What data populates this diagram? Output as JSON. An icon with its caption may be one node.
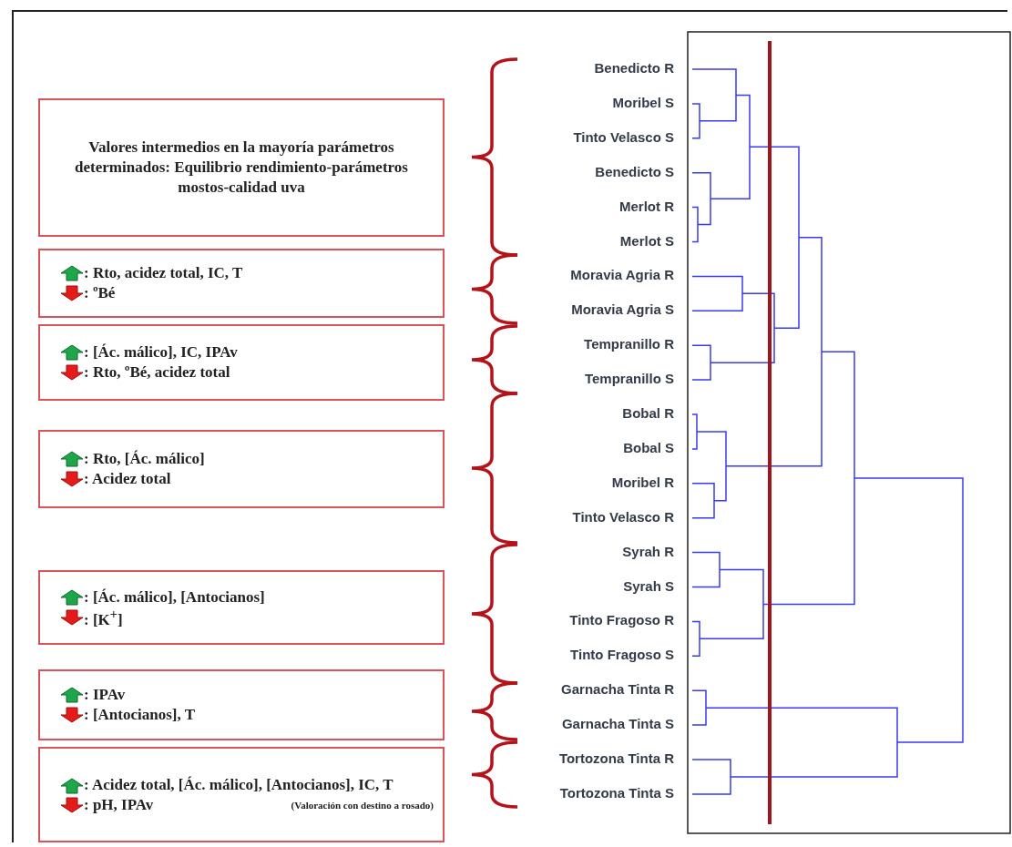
{
  "diagram": {
    "nodes": [
      {
        "text": [
          "Valores intermedios en la mayoría parámetros determinados: Equilibrio rendimiento-parámetros mostos-calidad uva"
        ]
      },
      {
        "text": [
          ": Rto, acidez total, IC, T",
          ": ºBé"
        ]
      },
      {
        "text": [
          ": [Ác. málico], IC, IPAv",
          ": Rto, ºBé, acidez total"
        ]
      },
      {
        "text": [
          ": Rto, [Ác. málico]",
          ": Acidez total"
        ]
      },
      {
        "text": [
          ": [Ác. málico], [Antocianos]",
          ": [K$^{+}$]"
        ]
      },
      {
        "text": [
          ": IPAv",
          ": [Antocianos], T"
        ]
      },
      {
        "text": [
          ": Acidez total, [Ác. málico], [Antocianos], IC, T",
          ": pH, IPAv",
          "(Valoración con destino a rosado)"
        ]
      }
    ],
    "edges": [],
    "labels": [
      "Benedicto R",
      "Moribel S",
      "Tinto Velasco S",
      "Benedicto S",
      "Merlot R",
      "Merlot S",
      "Moravia Agria R",
      "Moravia Agria S",
      "Tempranillo R",
      "Tempranillo S",
      "Bobal R",
      "Bobal S",
      "Moribel R",
      "Tinto Velasco R",
      "Syrah R",
      "Syrah S",
      "Tinto Fragoso R",
      "Tinto Fragoso S",
      "Garnacha Tinta R",
      "Garnacha Tinta S",
      "Tortozona Tinta R",
      "Tortozona Tinta S"
    ]
  }
}
